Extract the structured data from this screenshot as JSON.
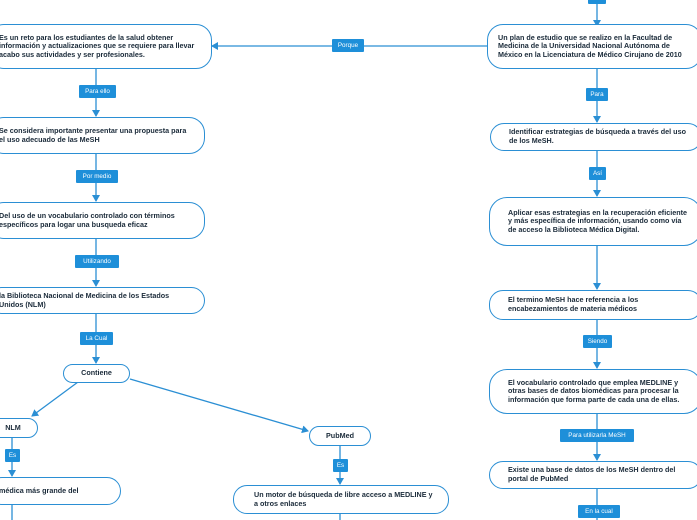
{
  "colors": {
    "accent": "#1e8fd9",
    "stroke": "#2b8fd4"
  },
  "nodes": {
    "n_top_right": "Un plan de estudio que se realizo en la Facultad de Medicina de la Universidad Nacional Autónoma de México en la Licenciatura de Médico Cirujano de 2010",
    "n_reto": "Es un reto para los estudiantes de la salud obtener información y actualizaciones que se requiere para llevar acabo sus actividades y ser profesionales.",
    "n_propuesta": "Se considera importante presentar una propuesta para el uso adecuado de las MeSH",
    "n_vocabulario": "Del uso de un vocabulario controlado con términos específicos para logar una busqueda eficaz",
    "n_biblioteca": "la Biblioteca Nacional de Medicina de los Estados Unidos (NLM)",
    "n_contiene": "Contiene",
    "n_nlm": "NLM",
    "n_pubmed": "PubMed",
    "n_medica": "médica más grande del",
    "n_motor": "Un motor de búsqueda de libre acceso a MEDLINE y a otros enlaces",
    "n_identificar": "Identificar estrategias de búsqueda a través del uso de los MeSH.",
    "n_aplicar": "Aplicar esas estrategias en la recuperación eficiente y más específica de información, usando como vía de acceso la Biblioteca Médica Digital.",
    "n_termino": "El termino MeSH hace referencia a los encabezamientos de materia médicos",
    "n_vocab_medline": "El vocabulario controlado que emplea MEDLINE y otras bases de datos biomédicas para procesar la información que forma parte de cada una de ellas.",
    "n_existe": "Existe una base de datos de los MeSH dentro del portal de PubMed"
  },
  "labels": {
    "l_porque": "Porque",
    "l_para_ello": "Para ello",
    "l_por_medio": "Por medio",
    "l_utilizando": "Utilizando",
    "l_la_cual": "La Cual",
    "l_es_nlm": "Es",
    "l_es_pubmed": "Es",
    "l_para": "Para",
    "l_asi": "Así",
    "l_siendo": "Siendo",
    "l_para_utilizarla": "Para utilizarla MeSH",
    "l_en_la_cual": "En la cual"
  }
}
